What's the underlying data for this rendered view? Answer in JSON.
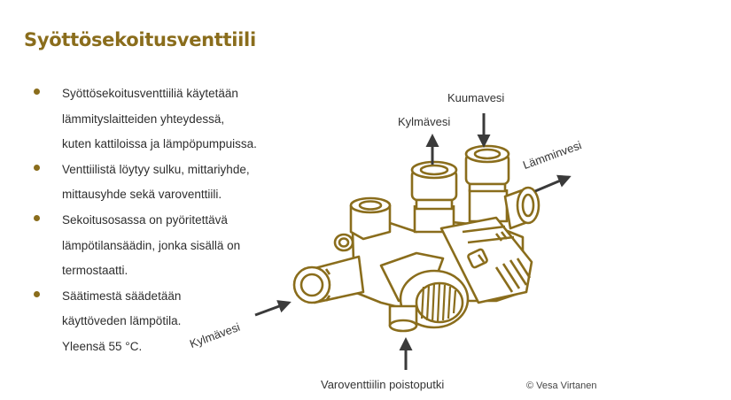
{
  "slide": {
    "title": "Syöttösekoitusventtiili",
    "bullets": [
      {
        "lines": [
          "Syöttösekoitusventtiiliä käytetään",
          "lämmityslaitteiden yhteydessä,",
          "kuten kattiloissa ja lämpöpumpuissa."
        ]
      },
      {
        "lines": [
          "Venttiilistä löytyy sulku, mittariyhde,",
          "mittausyhde sekä varoventtiili."
        ]
      },
      {
        "lines": [
          "Sekoitusosassa on pyöritettävä",
          "lämpötilansäädin, jonka sisällä on",
          "termostaatti."
        ]
      },
      {
        "lines": [
          "Säätimestä säädetään",
          "käyttöveden lämpötila.",
          "Yleensä 55 °C."
        ]
      }
    ]
  },
  "diagram": {
    "labels": {
      "kuumavesi": "Kuumavesi",
      "kylmavesi_top": "Kylmävesi",
      "lamminvesi": "Lämminvesi",
      "kylmavesi_left": "Kylmävesi",
      "varoventtiili": "Varoventtiilin poistoputki"
    },
    "colors": {
      "metal": "#8a6d1c",
      "arrow": "#3a3a3a"
    }
  },
  "footer": {
    "copyright": "© Vesa Virtanen"
  },
  "icons": {
    "bullet": "bullet-dot"
  }
}
